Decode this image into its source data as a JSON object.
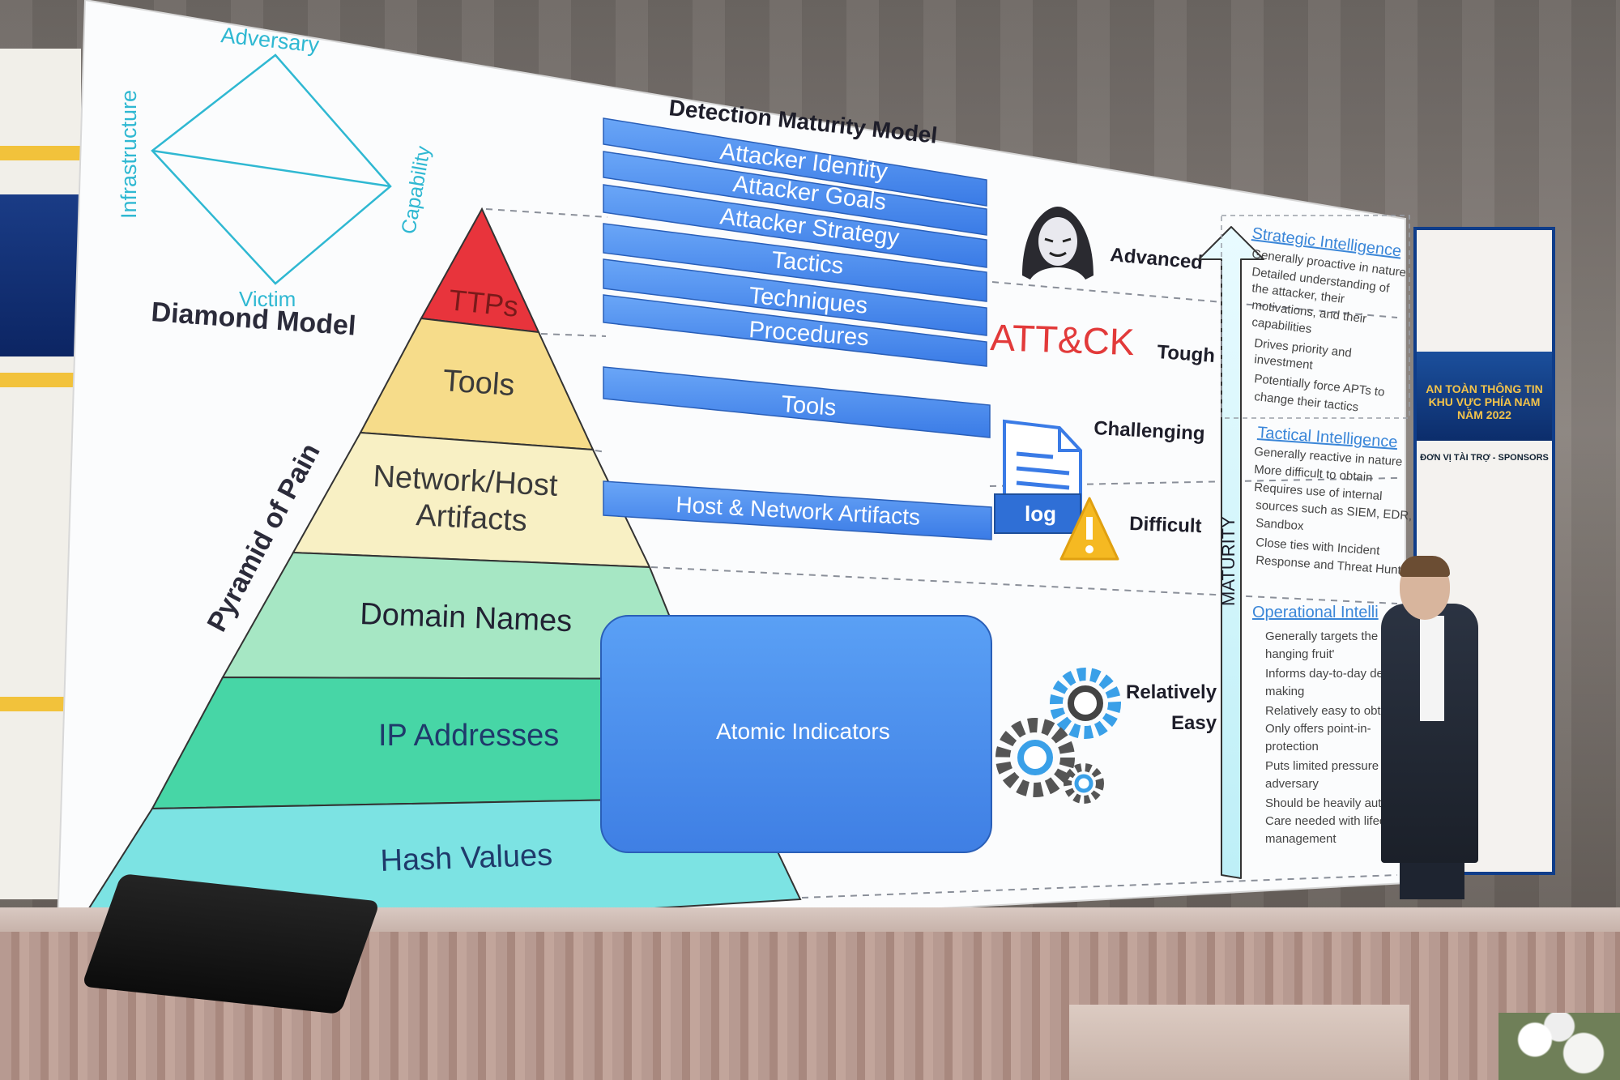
{
  "diamond": {
    "title": "Diamond Model",
    "adversary": "Adversary",
    "infrastructure": "Infrastructure",
    "capability": "Capability",
    "victim": "Victim"
  },
  "pyramid": {
    "side_label": "Pyramid of Pain",
    "levels": [
      {
        "label": "TTPs",
        "color": "#e8343c",
        "text_color": "#7a1a1a"
      },
      {
        "label": "Tools",
        "color": "#f6dc8a",
        "text_color": "#3a3a3a"
      },
      {
        "label": "Network/Host",
        "label2": "Artifacts",
        "color": "#f8f0c4",
        "text_color": "#3a3a3a"
      },
      {
        "label": "Domain Names",
        "color": "#a6e7c4",
        "text_color": "#224"
      },
      {
        "label": "IP Addresses",
        "color": "#47d6a6",
        "text_color": "#1f3a6b"
      },
      {
        "label": "Hash Values",
        "color": "#7ce3e3",
        "text_color": "#1f3a6b"
      }
    ]
  },
  "maturity_model": {
    "title": "Detection Maturity Model",
    "bars": [
      "Attacker Identity",
      "Attacker Goals",
      "Attacker Strategy",
      "Tactics",
      "Techniques",
      "Procedures"
    ],
    "tools": "Tools",
    "host_network": "Host & Network Artifacts",
    "atomic": "Atomic Indicators",
    "bar_color": "#4a8cf0"
  },
  "difficulty": {
    "advanced": "Advanced",
    "tough": "Tough",
    "challenging": "Challenging",
    "difficult": "Difficult",
    "relatively": "Relatively",
    "easy": "Easy"
  },
  "attck": "ATT&CK",
  "log_label": "log",
  "maturity_axis": "MATURITY",
  "intel": {
    "strategic": {
      "title": "Strategic Intelligence",
      "lines": [
        "Generally proactive in nature",
        "Detailed understanding of",
        "the attacker, their",
        "motivations, and their",
        "capabilities",
        "Drives priority and",
        "investment",
        "Potentially force APTs to",
        "change their tactics"
      ]
    },
    "tactical": {
      "title": "Tactical Intelligence",
      "lines": [
        "Generally reactive in nature",
        "More difficult to obtain",
        "Requires use of internal",
        "sources such as SIEM, EDR,",
        "Sandbox",
        "Close ties with Incident",
        "Response and Threat Hunting"
      ]
    },
    "operational": {
      "title": "Operational Intelli",
      "lines": [
        "Generally targets the",
        "hanging fruit'",
        "Informs day-to-day de",
        "making",
        "Relatively easy to obt",
        "Only offers point-in-",
        "protection",
        "Puts limited pressure o",
        "adversary",
        "Should be heavily autom",
        "Care needed with lifecycl",
        "management"
      ]
    }
  },
  "banner": {
    "title": "AN TOÀN THÔNG TIN KHU VỰC PHÍA NAM NĂM 2022",
    "sponsors": "ĐƠN VỊ TÀI TRỢ - SPONSORS"
  }
}
